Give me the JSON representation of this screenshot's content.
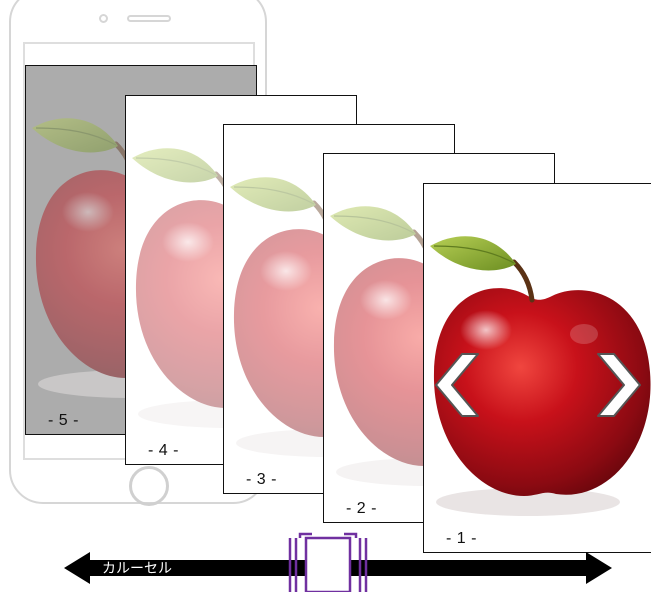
{
  "cards": [
    {
      "label": "- 5 -"
    },
    {
      "label": "- 4 -"
    },
    {
      "label": "- 3 -"
    },
    {
      "label": "- 2 -"
    },
    {
      "label": "- 1 -"
    }
  ],
  "navigation": {
    "prev_icon": "chevron-left-icon",
    "next_icon": "chevron-right-icon"
  },
  "axis": {
    "label": "カルーセル",
    "fill_color": "#000000",
    "handle_color": "#7030a0"
  }
}
